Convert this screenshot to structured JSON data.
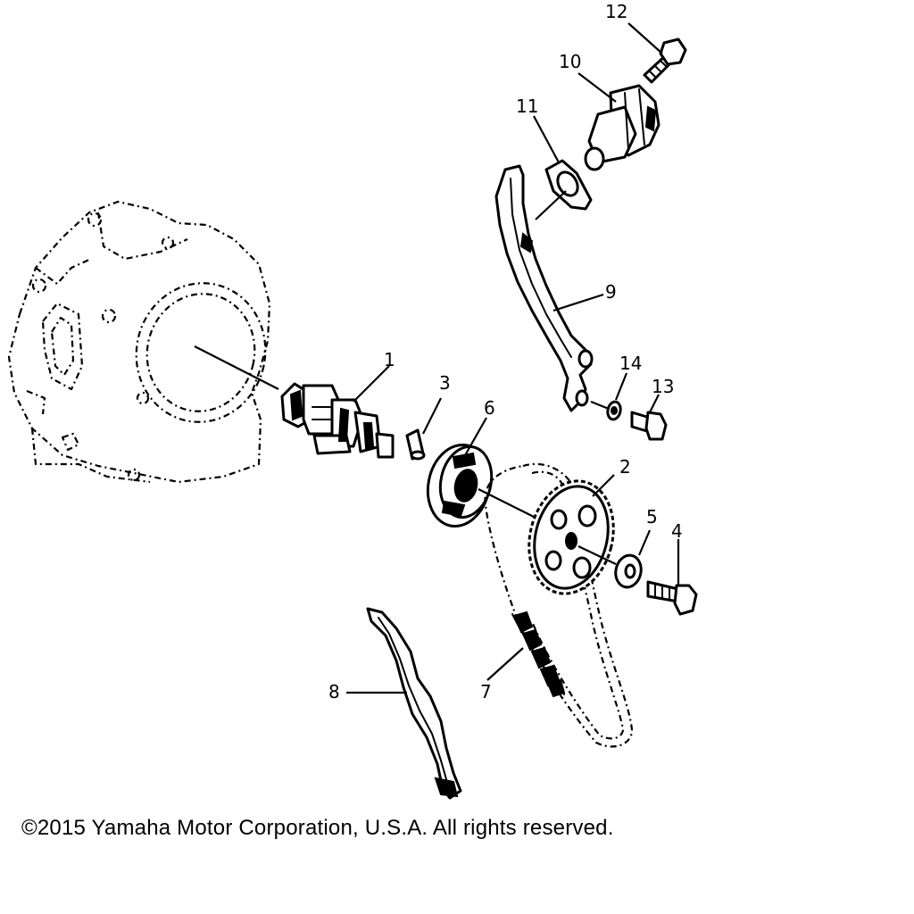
{
  "diagram": {
    "callouts": {
      "c1": "1",
      "c2": "2",
      "c3": "3",
      "c4": "4",
      "c5": "5",
      "c6": "6",
      "c7": "7",
      "c8": "8",
      "c9": "9",
      "c10": "10",
      "c11": "11",
      "c12": "12",
      "c13": "13",
      "c14": "14"
    }
  },
  "footer": {
    "copyright": "©2015 Yamaha Motor Corporation, U.S.A. All rights reserved."
  }
}
